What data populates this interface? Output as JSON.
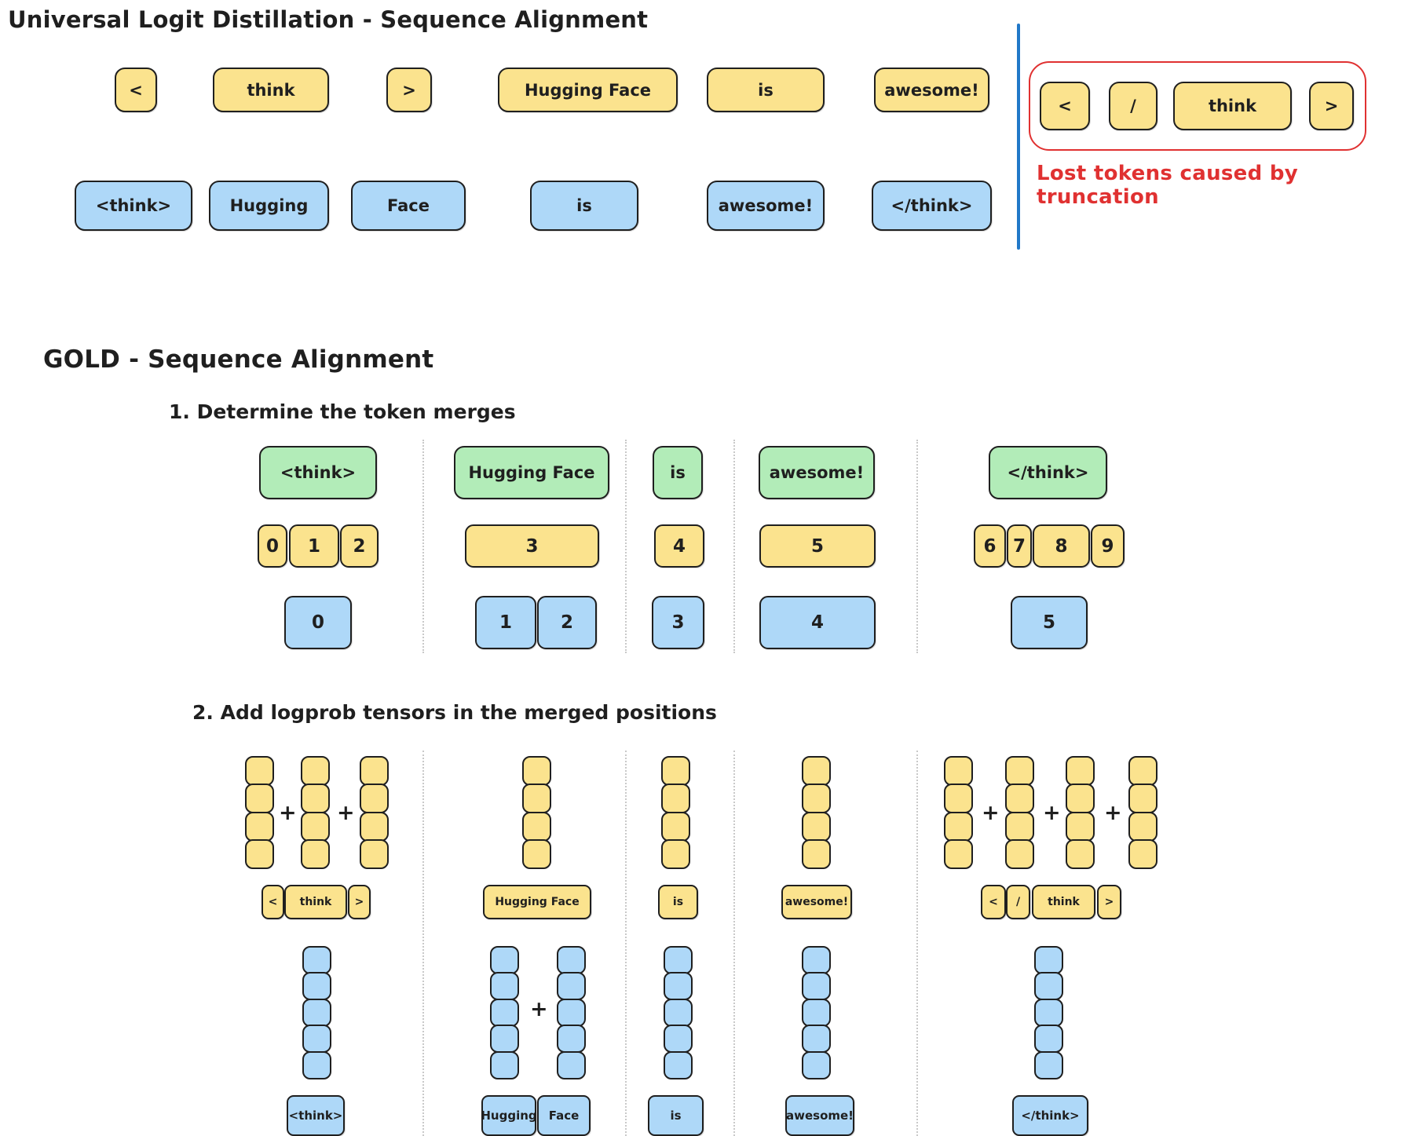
{
  "colors": {
    "token_yellow": "#fbe38e",
    "token_green": "#b2ecb8",
    "token_blue": "#aed8f8",
    "outline_ink": "#1f1f1f",
    "accent_red": "#e03131",
    "divider_blue": "#2178c8",
    "separator_gray": "#c9c9c9"
  },
  "section_uld": {
    "title": "Universal Logit Distillation - Sequence Alignment",
    "teacher_tokens": [
      "<",
      "think",
      ">",
      "Hugging Face",
      "is",
      "awesome!"
    ],
    "student_tokens": [
      "<think>",
      "Hugging",
      "Face",
      "is",
      "awesome!",
      "</think>"
    ],
    "lost_tokens": [
      "<",
      "/",
      "think",
      ">"
    ],
    "lost_caption": "Lost tokens caused by truncation"
  },
  "section_gold": {
    "title": "GOLD - Sequence Alignment",
    "step1": {
      "title": "1. Determine the token merges",
      "merged_tokens": [
        "<think>",
        "Hugging Face",
        "is",
        "awesome!",
        "</think>"
      ],
      "teacher_ids": [
        [
          "0",
          "1",
          "2"
        ],
        [
          "3"
        ],
        [
          "4"
        ],
        [
          "5"
        ],
        [
          "6",
          "7",
          "8",
          "9"
        ]
      ],
      "student_ids": [
        [
          "0"
        ],
        [
          "1",
          "2"
        ],
        [
          "3"
        ],
        [
          "4"
        ],
        [
          "5"
        ]
      ]
    },
    "step2": {
      "title": "2. Add logprob tensors in the merged positions",
      "plus_sign": "+",
      "teacher_cells_per_stack": 4,
      "student_cells_per_stack": 5,
      "teacher_stack_counts": [
        3,
        1,
        1,
        1,
        4
      ],
      "student_stack_counts": [
        1,
        2,
        1,
        1,
        1
      ],
      "teacher_labels": [
        [
          "<",
          "think",
          ">"
        ],
        [
          "Hugging Face"
        ],
        [
          "is"
        ],
        [
          "awesome!"
        ],
        [
          "<",
          "/",
          "think",
          ">"
        ]
      ],
      "student_labels": [
        [
          "<think>"
        ],
        [
          "Hugging",
          "Face"
        ],
        [
          "is"
        ],
        [
          "awesome!"
        ],
        [
          "</think>"
        ]
      ]
    }
  }
}
